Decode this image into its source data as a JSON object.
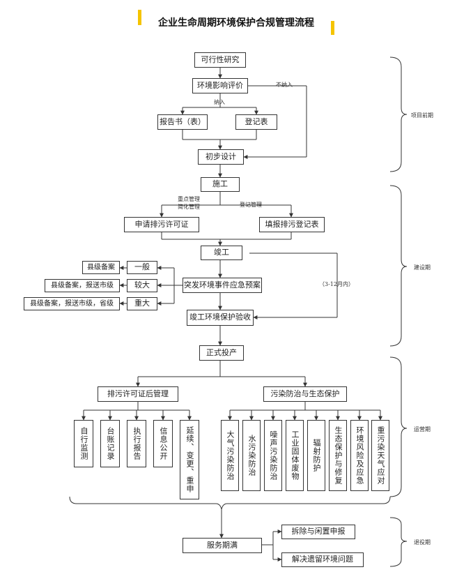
{
  "title": "企业生命周期环境保护合规管理流程",
  "phases": {
    "pre": "项目前期",
    "build": "建设期",
    "operate": "运营期",
    "retire": "退役期"
  },
  "nodes": {
    "feasibility": "可行性研究",
    "eia": "环境影响评价",
    "report": "报告书（表）",
    "register": "登记表",
    "prelim_design": "初步设计",
    "construction": "施工",
    "permit_apply": "申请排污许可证",
    "permit_register": "填报排污登记表",
    "completion": "竣工",
    "general": "一般",
    "major": "较大",
    "severe": "重大",
    "county1": "县级备案",
    "county2": "县级备案，报送市级",
    "county3": "县级备案，报送市级，省级",
    "emergency_plan": "突发环境事件应急预案",
    "acceptance": "竣工环境保护验收",
    "production": "正式投产",
    "post_permit": "排污许可证后管理",
    "pollution_control": "污染防治与生态保护",
    "self_monitor": "自行监测",
    "ledger": "台账记录",
    "exec_report": "执行报告",
    "info_disclose": "信息公开",
    "renew": "延续、变更、重申",
    "air": "大气污染防治",
    "water": "水污染防治",
    "noise": "噪声污染防治",
    "solid_waste": "工业固体废物",
    "radiation": "辐射防护",
    "eco": "生态保护与修复",
    "risk": "环境风险及应急",
    "heavy_air": "重污染天气应对",
    "service_end": "服务期满",
    "demolish": "拆除与闲置申报",
    "legacy": "解决遗留环境问题"
  },
  "edge_labels": {
    "not_included": "不纳入",
    "included": "纳入",
    "key_mgmt": "重点管理",
    "simple_mgmt": "简化管理",
    "reg_mgmt": "登记管理",
    "months": "（3-12月内）"
  }
}
